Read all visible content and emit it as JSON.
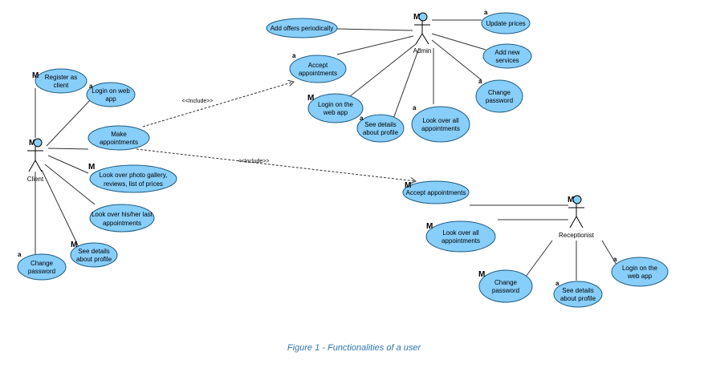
{
  "actors": {
    "client": "Client",
    "admin": "Admin",
    "receptionist": "Receptionist"
  },
  "usecases": {
    "register": "Register as client",
    "login_client": "Login on web app",
    "make_appointments": "Make appointments",
    "look_gallery": "Look over photo gallery, reviews, list of prices",
    "look_last": "Look over his/her last appointments",
    "details_client": "See details about profile",
    "change_pw_client": "Change password",
    "add_offers": "Add offers periodically",
    "update_prices": "Update prices",
    "accept_admin": "Accept appointments",
    "add_services": "Add new services",
    "login_admin": "Login on the web app",
    "change_pw_admin": "Change password",
    "details_admin": "See details about profile",
    "look_all_admin": "Look over all appointments",
    "accept_rec": "Accept appointments",
    "look_all_rec": "Look over all appointments",
    "change_pw_rec": "Change password",
    "details_rec": "See details about profile",
    "login_rec": "Login on the web app"
  },
  "relations": {
    "include_1": "<<Include>>",
    "include_2": "<<Include>>"
  },
  "badges": {
    "m": "M",
    "a": "a"
  },
  "caption": "Figure 1 - Functionalities of a user",
  "colors": {
    "usecase_fill": "#87cefa",
    "usecase_stroke": "#1e5a80",
    "caption": "#2e74b5"
  }
}
